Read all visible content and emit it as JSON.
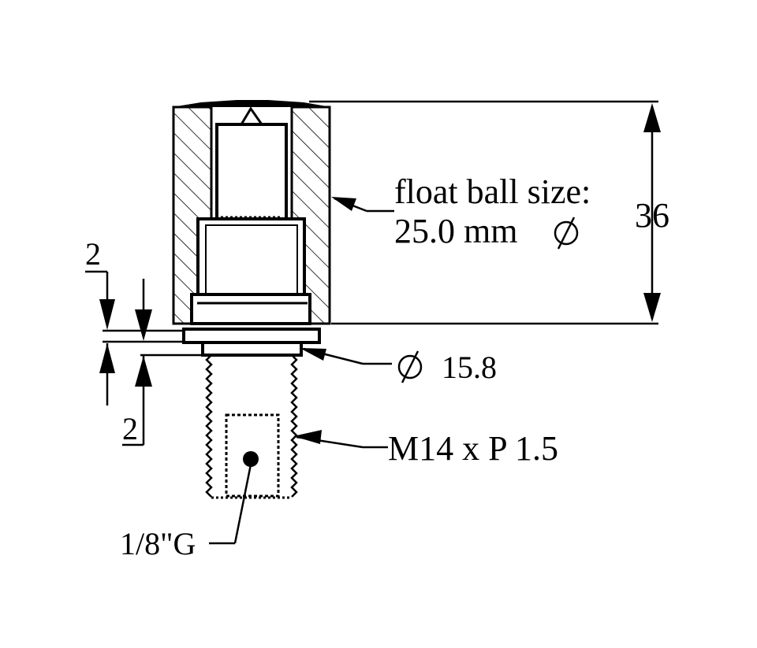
{
  "labels": {
    "float_ball_line1": "float ball size:",
    "float_ball_line2": "25.0 mm",
    "height_dim": "36",
    "gap_top": "2",
    "gap_bottom": "2",
    "diameter": "15.8",
    "thread": "M14 x P 1.5",
    "port": "1/8\"G"
  },
  "symbols": {
    "diameter_symbol": "diameter-icon"
  },
  "colors": {
    "ink": "#000000",
    "paper": "#ffffff"
  }
}
